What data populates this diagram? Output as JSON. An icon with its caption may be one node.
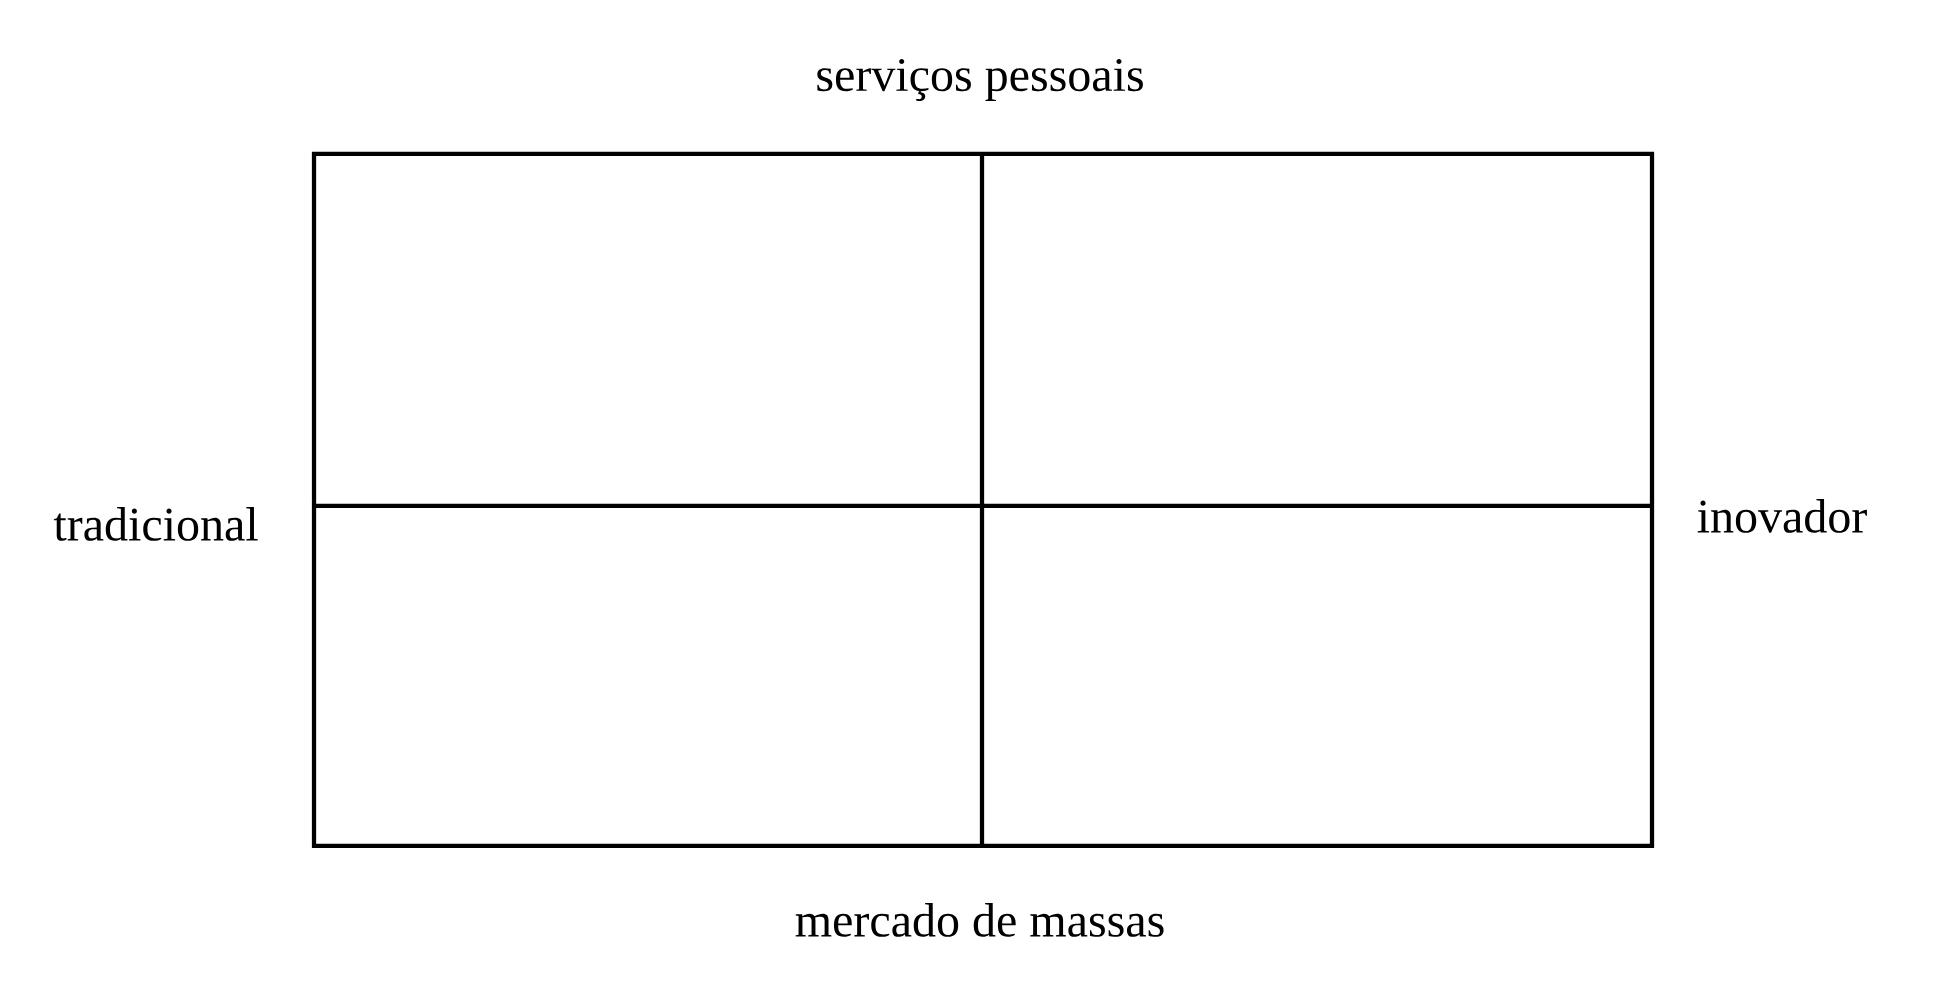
{
  "diagram": {
    "labels": [
      "serviços pessoais",
      "tradicional",
      "inovador",
      "mercado de massas"
    ]
  }
}
